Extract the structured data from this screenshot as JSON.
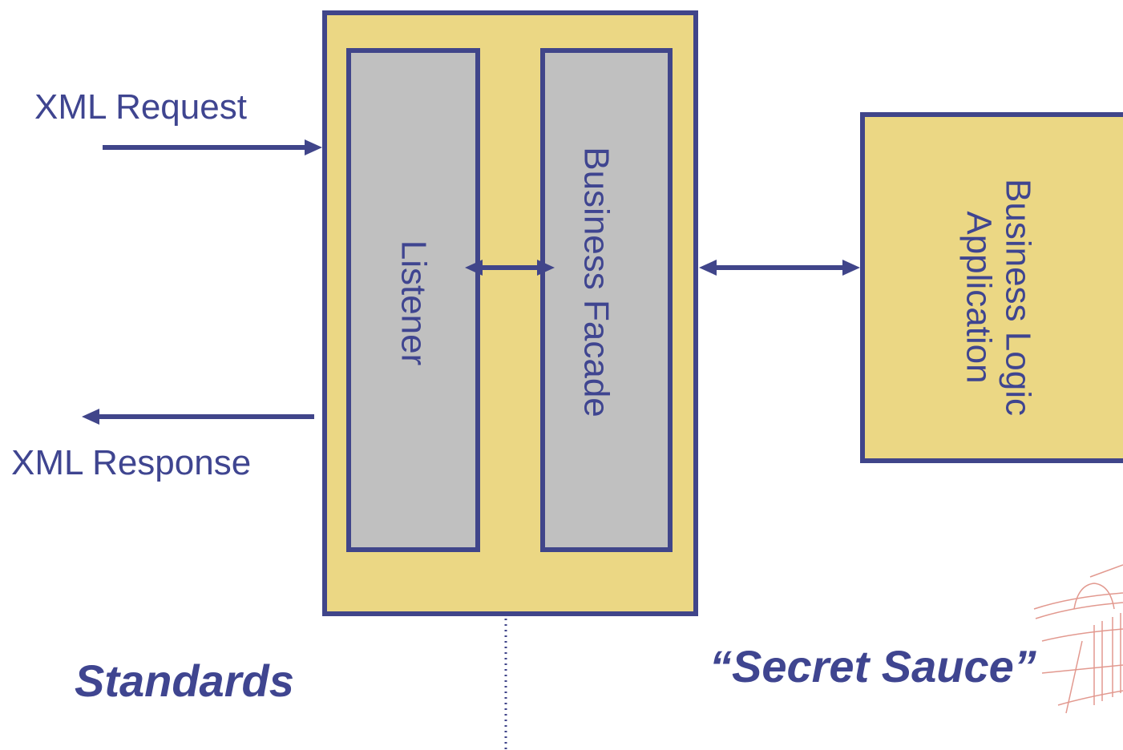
{
  "left": {
    "xml_request": "XML Request",
    "xml_response": "XML Response",
    "standards": "Standards"
  },
  "components": {
    "listener": "Listener",
    "business_facade": "Business Facade",
    "application_line1": "Application",
    "application_line2": "Business Logic"
  },
  "right": {
    "secret_sauce": "“Secret Sauce”"
  },
  "colors": {
    "ink": "#40458a",
    "box_fill": "#ebd784",
    "inner_fill": "#c0c0c0",
    "watermark": "#d9776a"
  }
}
